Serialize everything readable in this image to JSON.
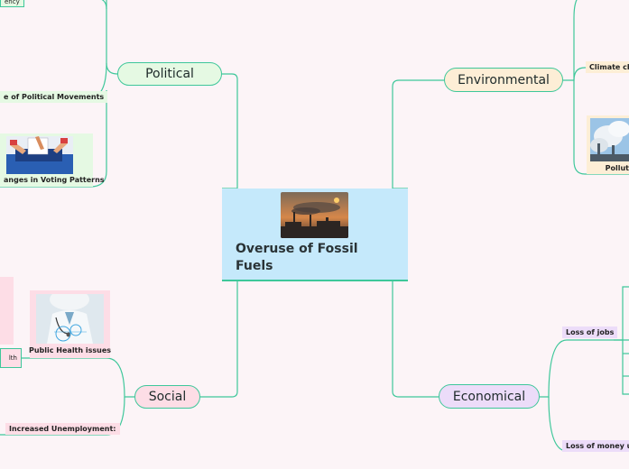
{
  "central": {
    "title": "Overuse of Fossil Fuels"
  },
  "branches": {
    "political": "Political",
    "environmental": "Environmental",
    "social": "Social",
    "economical": "Economical"
  },
  "political_children": {
    "top": "ency",
    "movements": "e of Political Movements",
    "voting": "anges in Voting Patterns"
  },
  "environmental_children": {
    "climate": "Climate ch",
    "pollution": "Pollut"
  },
  "social_children": {
    "public_health": "Public Health issues",
    "left_fragment": "lth",
    "unemployment": "Increased Unemployment:"
  },
  "economical_children": {
    "jobs": "Loss of jobs",
    "money": "Loss of money us"
  },
  "colors": {
    "line": "#3ec79a",
    "central_fill": "#c5e9fb",
    "political_fill": "#e5f9e3",
    "environmental_fill": "#fdeed6",
    "social_fill": "#fddde6",
    "economical_fill": "#ecdcf9"
  }
}
